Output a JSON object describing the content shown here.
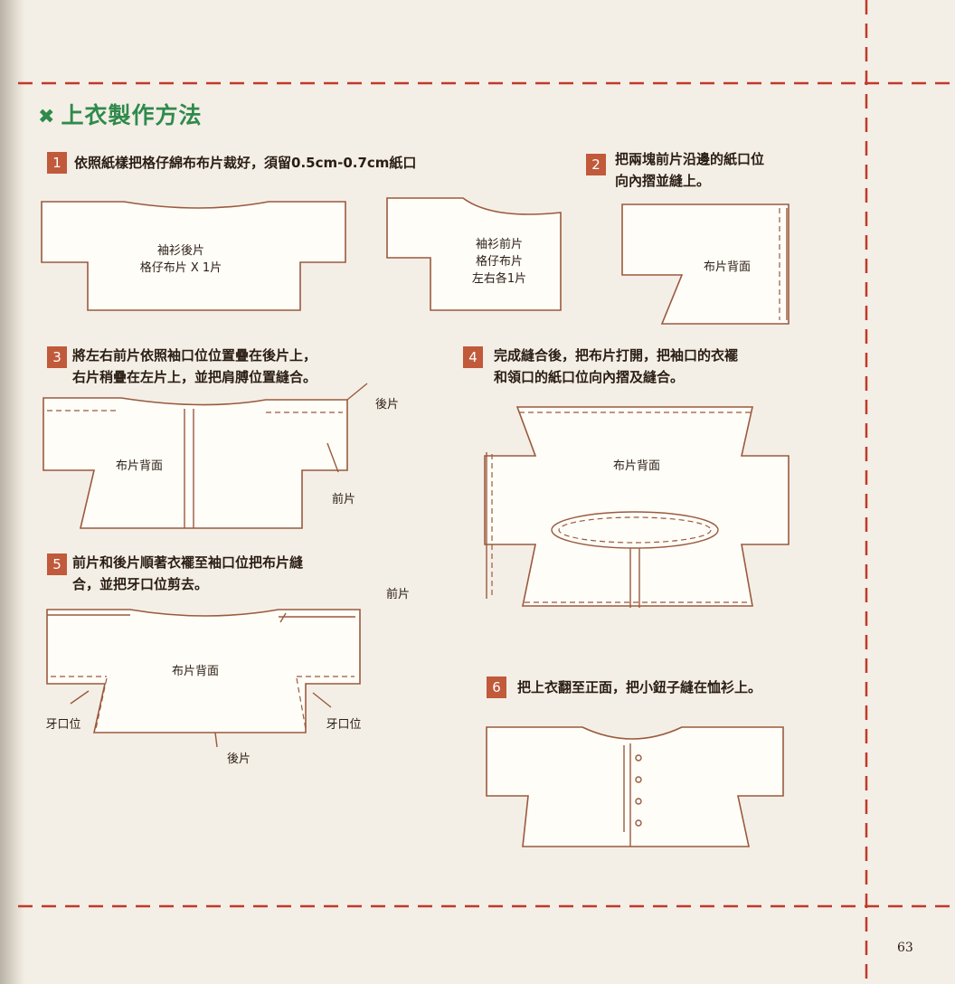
{
  "title": "上衣製作方法",
  "steps": [
    {
      "num": "1",
      "text": "依照紙樣把格仔綿布布片裁好，須留0.5cm-0.7cm紙口"
    },
    {
      "num": "2",
      "text": "把兩塊前片沿邊的紙口位\n向內摺並縫上。"
    },
    {
      "num": "3",
      "text": "將左右前片依照袖口位位置疊在後片上，\n右片稍疊在左片上，並把肩膊位置縫合。"
    },
    {
      "num": "4",
      "text": "完成縫合後，把布片打開，把袖口的衣襬\n和領口的紙口位向內摺及縫合。"
    },
    {
      "num": "5",
      "text": "前片和後片順著衣襬至袖口位把布片縫\n合，並把牙口位剪去。"
    },
    {
      "num": "6",
      "text": "把上衣翻至正面，把小鈕子縫在恤衫上。"
    }
  ],
  "labels": {
    "back_piece": "袖衫後片\n格仔布片 X 1片",
    "front_piece": "袖衫前片\n格仔布片\n左右各1片",
    "fabric_back": "布片背面",
    "back": "後片",
    "front": "前片",
    "notch": "牙口位"
  },
  "page_number": "63"
}
